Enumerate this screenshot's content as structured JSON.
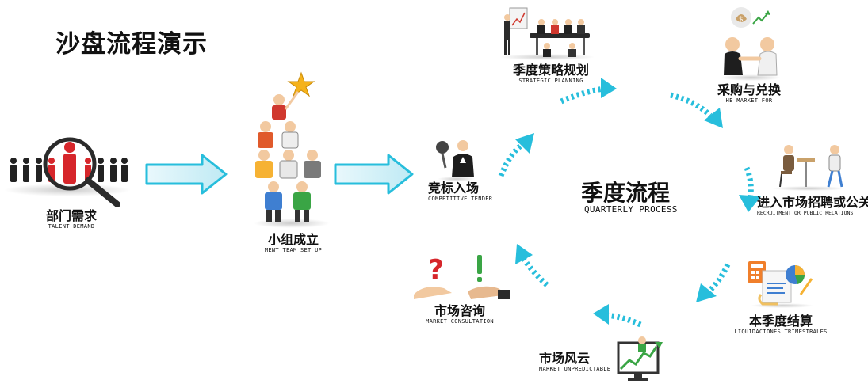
{
  "title": "沙盘流程演示",
  "center": {
    "zh": "季度流程",
    "en": "QUARTERLY PROCESS"
  },
  "nodes": {
    "talent_demand": {
      "zh": "部门需求",
      "en": "TALENT DEMAND"
    },
    "team_setup": {
      "zh": "小组成立",
      "en": "MENT TEAM SET UP"
    },
    "competitive_tender": {
      "zh": "竞标入场",
      "en": "COMPETITIVE TENDER"
    },
    "strategic_planning": {
      "zh": "季度策略规划",
      "en": "STRATEGIC PLANNING"
    },
    "purchase_exchange": {
      "zh": "采购与兑换",
      "en": "HE MARKET FOR"
    },
    "recruitment": {
      "zh": "进入市场招聘或公关",
      "en": "RECRUITMENT OR PUBLIC RELATIONS"
    },
    "quarter_settlement": {
      "zh": "本季度结算",
      "en": "LIQUIDACIONES TRIMESTRALES"
    },
    "market_volatility": {
      "zh": "市场风云",
      "en": "MARKET UNPREDICTABLE"
    },
    "market_consultation": {
      "zh": "市场咨询",
      "en": "MARKET CONSULTATION"
    }
  },
  "colors": {
    "arrow_cyan": "#27BEDC",
    "figure_dark": "#222222",
    "figure_red": "#D6262B",
    "star": "#F5B21C"
  },
  "icons": {
    "talent_demand": "magnifier-crowd-icon",
    "team_setup": "human-pyramid-icon",
    "competitive_tender": "auction-gavel-icon",
    "strategic_planning": "meeting-presentation-icon",
    "purchase_exchange": "handshake-money-icon",
    "recruitment": "interview-icon",
    "quarter_settlement": "accounting-documents-icon",
    "market_volatility": "rising-chart-monitor-icon",
    "market_consultation": "question-exclamation-hands-icon"
  }
}
